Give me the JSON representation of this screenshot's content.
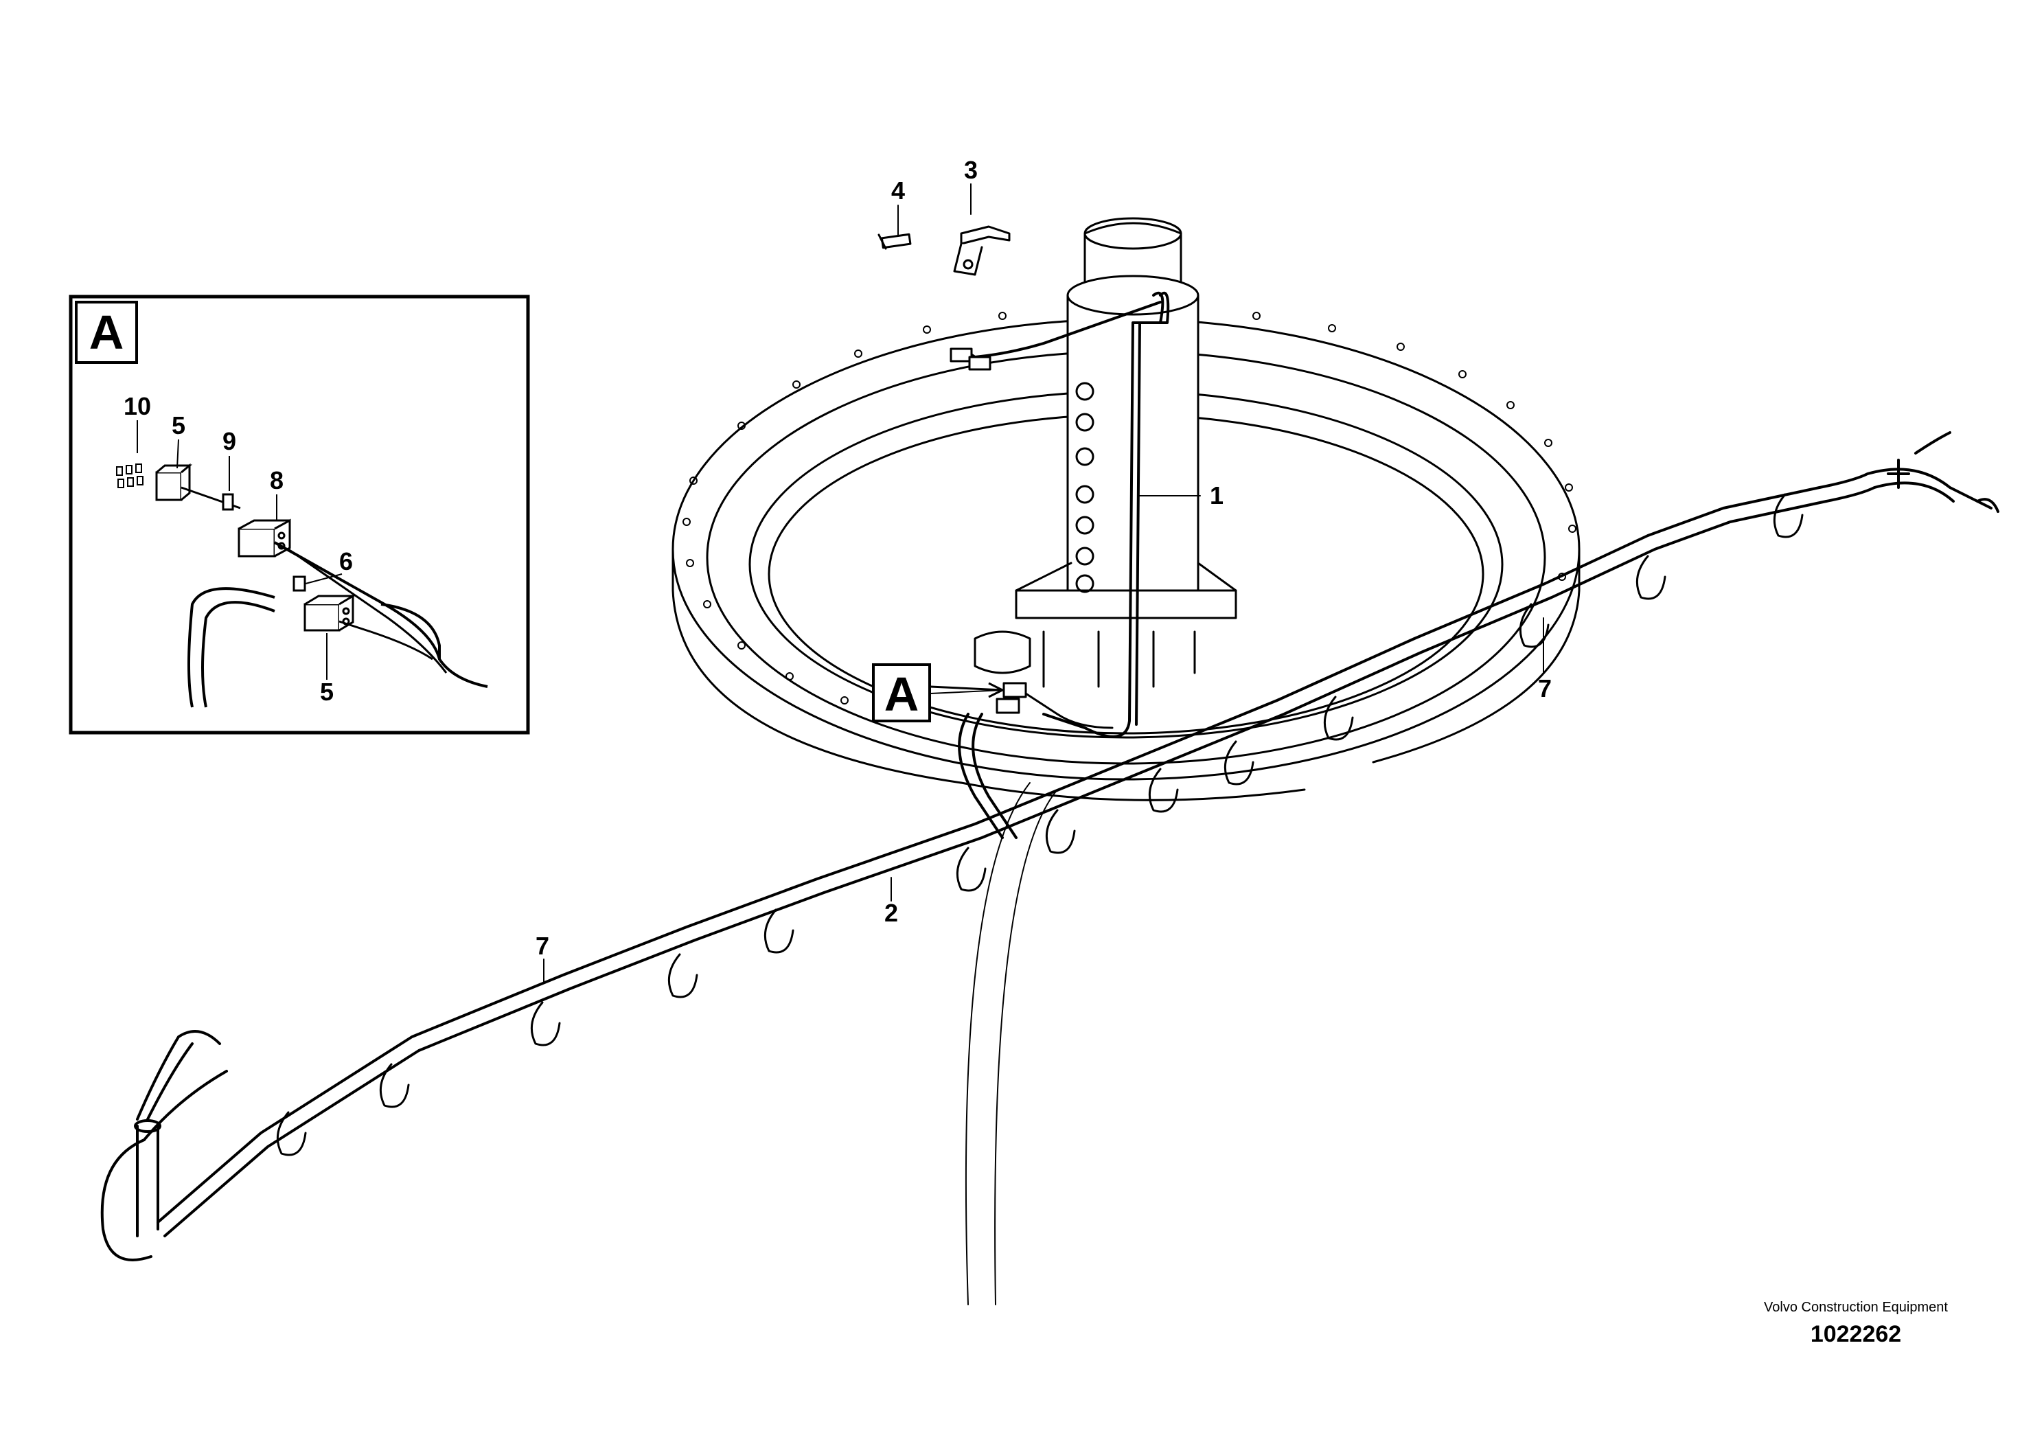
{
  "callouts": {
    "c1": "1",
    "c2": "2",
    "c3": "3",
    "c4": "4",
    "c5a": "5",
    "c5b": "5",
    "c6": "6",
    "c7a": "7",
    "c7b": "7",
    "c8": "8",
    "c9": "9",
    "c10": "10"
  },
  "detail": {
    "inset_label": "A",
    "main_label": "A"
  },
  "credit": {
    "brand": "Volvo Construction Equipment",
    "doc_number": "1022262"
  },
  "colors": {
    "ink": "#000000",
    "paper": "#ffffff"
  }
}
